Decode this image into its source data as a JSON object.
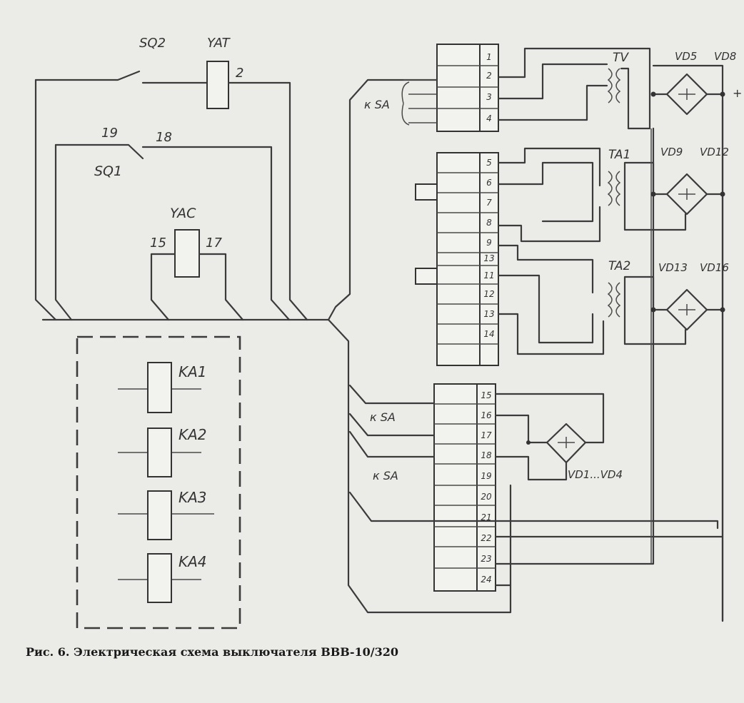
{
  "caption": "Рис. 6. Электрическая схема выключателя ВВВ-10/320",
  "labels": {
    "sq2": "SQ2",
    "yat": "YAT",
    "n2": "2",
    "n19": "19",
    "n18": "18",
    "sq1": "SQ1",
    "yac": "YAC",
    "n15": "15",
    "n17": "17",
    "ka1": "KA1",
    "ka2": "KA2",
    "ka3": "KA3",
    "ka4": "KA4",
    "tv": "TV",
    "ta1": "TA1",
    "ta2": "TA2",
    "vd5": "VD5",
    "vd8": "VD8",
    "vd9": "VD9",
    "vd12": "VD12",
    "vd13": "VD13",
    "vd16": "VD16",
    "vd1_vd4": "VD1...VD4",
    "plus": "+",
    "sa1": "к SA",
    "sa2": "к SA",
    "sa3": "к SA"
  },
  "terminals_top": [
    "1",
    "2",
    "3",
    "4",
    "5",
    "6",
    "7",
    "8",
    "9",
    "13",
    "11",
    "12",
    "13",
    "14"
  ],
  "terminals_bottom": [
    "15",
    "16",
    "17",
    "18",
    "19",
    "20",
    "21",
    "22",
    "23",
    "24"
  ]
}
